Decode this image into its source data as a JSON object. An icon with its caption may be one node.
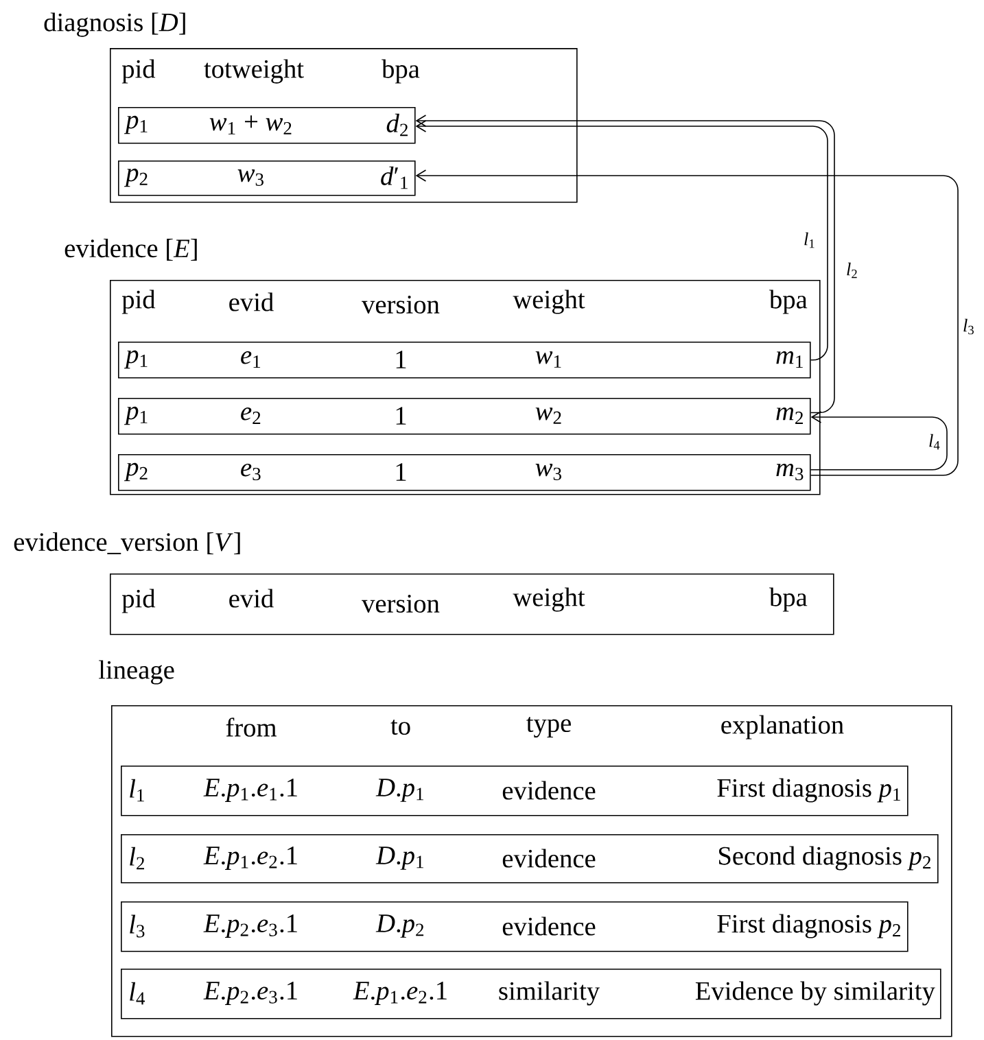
{
  "diagram": {
    "nodes": [
      {
        "text": [
          "diagnosis [*D*]",
          "pid",
          "totweight",
          "bpa"
        ]
      },
      {
        "text": [
          "*p*$_{1}$",
          "*w*$_{1}$ + *w*$_{2}$",
          "*d*$_{2}$"
        ],
        "in": 0
      },
      {
        "text": [
          "*p*$_{2}$",
          "*w*$_{3}$",
          "*d*′$_{1}$"
        ],
        "in": 0
      },
      {
        "text": [
          "evidence [*E*]",
          "pid",
          "evid",
          "version",
          "weight",
          "bpa"
        ]
      },
      {
        "text": [
          "*p*$_{1}$",
          "*e*$_{1}$",
          "1",
          "*w*$_{1}$",
          "*m*$_{1}$"
        ],
        "in": 3
      },
      {
        "text": [
          "*p*$_{1}$",
          "*e*$_{2}$",
          "1",
          "*w*$_{2}$",
          "*m*$_{2}$"
        ],
        "in": 3
      },
      {
        "text": [
          "*p*$_{2}$",
          "*e*$_{3}$",
          "1",
          "*w*$_{3}$",
          "*m*$_{3}$"
        ],
        "in": 3
      },
      {
        "text": [
          "evidence_version [*V*]",
          "pid",
          "evid",
          "version",
          "weight",
          "bpa"
        ]
      },
      {
        "text": [
          "lineage",
          "from",
          "to",
          "type",
          "explanation"
        ]
      },
      {
        "text": [
          "*l*$_{1}$",
          "*E*.*p*$_{1}$.*e*$_{1}$.1",
          "*D*.*p*$_{1}$",
          "evidence",
          "First diagnosis *p*$_{1}$"
        ],
        "in": 8
      },
      {
        "text": [
          "*l*$_{2}$",
          "*E*.*p*$_{1}$.*e*$_{2}$.1",
          "*D*.*p*$_{1}$",
          "evidence",
          "Second diagnosis *p*$_{2}$"
        ],
        "in": 8
      },
      {
        "text": [
          "*l*$_{3}$",
          "*E*.*p*$_{2}$.*e*$_{3}$.1",
          "*D*.*p*$_{2}$",
          "evidence",
          "First diagnosis *p*$_{2}$"
        ],
        "in": 8
      },
      {
        "text": [
          "*l*$_{4}$",
          "*E*.*p*$_{2}$.*e*$_{3}$.1",
          "*E*.*p*$_{1}$.*e*$_{2}$.1",
          "similarity",
          "Evidence by similarity"
        ],
        "in": 8
      }
    ],
    "edges": [
      {
        "from": 4,
        "to": 1,
        "arrow": "to",
        "label": "*l*$_{1}$"
      },
      {
        "from": 5,
        "to": 1,
        "arrow": "to",
        "label": "*l*$_{2}$"
      },
      {
        "from": 6,
        "to": 2,
        "arrow": "to",
        "label": "*l*$_{3}$"
      },
      {
        "from": 6,
        "to": 5,
        "arrow": "to",
        "label": "*l*$_{4}$"
      }
    ]
  }
}
